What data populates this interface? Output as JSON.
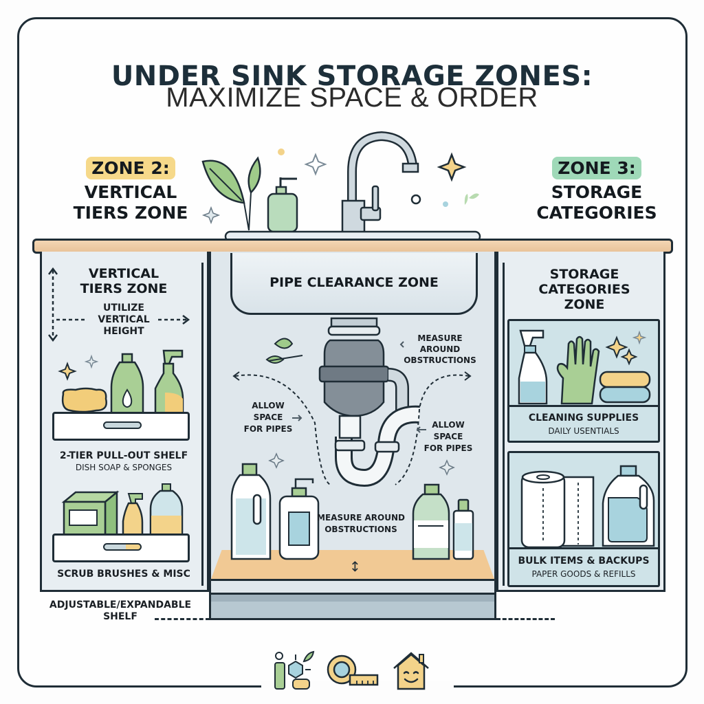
{
  "title": {
    "line1": "UNDER SINK STORAGE ZONES:",
    "line2": "MAXIMIZE SPACE & ORDER"
  },
  "zone2": {
    "badge": "ZONE 2:",
    "badge_color": "#f6d98a",
    "heading_line1": "VERTICAL",
    "heading_line2": "TIERS ZONE"
  },
  "zone3": {
    "badge": "ZONE 3:",
    "badge_color": "#9fd9b8",
    "heading_line1": "STORAGE",
    "heading_line2": "CATEGORIES"
  },
  "left_cabinet": {
    "heading_line1": "VERTICAL",
    "heading_line2": "TIERS ZONE",
    "hint_line1": "UTILIZE",
    "hint_line2": "VERTICAL",
    "hint_line3": "HEIGHT",
    "upper_shelf": {
      "title": "2-TIER PULL-OUT SHELF",
      "subtitle": "DISH SOAP & SPONGES"
    },
    "lower_shelf": {
      "title": "SCRUB BRUSHES & MISC"
    },
    "footer_line1": "ADJUSTABLE/EXPANDABLE",
    "footer_line2": "SHELF"
  },
  "center_cabinet": {
    "heading": "PIPE CLEARANCE ZONE",
    "note_measure_top_1": "MEASURE",
    "note_measure_top_2": "AROUND",
    "note_measure_top_3": "OBSTRUCTIONS",
    "note_allow_left_1": "ALLOW",
    "note_allow_left_2": "SPACE",
    "note_allow_left_3": "FOR PIPES",
    "note_allow_right_1": "ALLOW",
    "note_allow_right_2": "SPACE",
    "note_allow_right_3": "FOR PIPES",
    "note_measure_bottom_1": "MEASURE AROUND",
    "note_measure_bottom_2": "OBSTRUCTIONS"
  },
  "right_cabinet": {
    "heading_line1": "STORAGE",
    "heading_line2": "CATEGORIES",
    "heading_line3": "ZONE",
    "upper_panel": {
      "title": "CLEANING SUPPLIES",
      "subtitle": "DAILY USENTIALS"
    },
    "lower_panel": {
      "title": "BULK ITEMS & BACKUPS",
      "subtitle": "PAPER GOODS & REFILLS"
    }
  },
  "footer_icons": [
    "organize-icon",
    "tape-measure-icon",
    "happy-home-icon"
  ],
  "colors": {
    "outline": "#1f2d36",
    "countertop": "#efcfa8",
    "cabinet": "#e8eef2",
    "green": "#a9cf95",
    "yellow": "#f3d38a",
    "blue": "#a8d3de"
  }
}
